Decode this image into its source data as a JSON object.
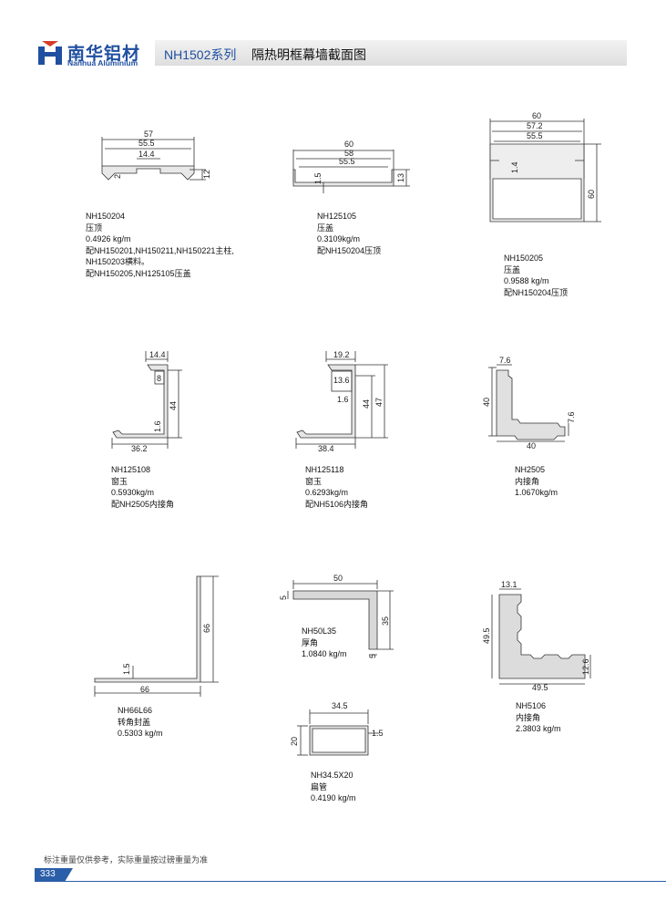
{
  "header": {
    "brand_cn": "南华铝材",
    "brand_en": "Nanhua Aluminium",
    "series": "NH1502系列",
    "title": "隔热明框幕墙截面图"
  },
  "profiles": [
    {
      "code": "NH150204",
      "name": "压顶",
      "weight": "0.4926 kg/m",
      "notes": [
        "配NH150201,NH150211,NH150221主柱,",
        "NH150203横料。",
        "配NH150205,NH125105压盖"
      ]
    },
    {
      "code": "NH125105",
      "name": "压盖",
      "weight": "0.3109kg/m",
      "notes": [
        "配NH150204压顶"
      ]
    },
    {
      "code": "NH150205",
      "name": "压盖",
      "weight": "0.9588 kg/m",
      "notes": [
        "配NH150204压顶"
      ]
    },
    {
      "code": "NH125108",
      "name": "窗玉",
      "weight": "0.5930kg/m",
      "notes": [
        "配NH2505内接角"
      ]
    },
    {
      "code": "NH125118",
      "name": "窗玉",
      "weight": "0.6293kg/m",
      "notes": [
        "配NH5106内接角"
      ]
    },
    {
      "code": "NH2505",
      "name": "内接角",
      "weight": "1.0670kg/m",
      "notes": []
    },
    {
      "code": "NH66L66",
      "name": "转角封盖",
      "weight": "0.5303 kg/m",
      "notes": []
    },
    {
      "code": "NH50L35",
      "name": "厚角",
      "weight": "1.0840 kg/m",
      "notes": []
    },
    {
      "code": "NH5106",
      "name": "内接角",
      "weight": "2.3803 kg/m",
      "notes": []
    },
    {
      "code": "NH34.5X20",
      "name": "扁管",
      "weight": "0.4190 kg/m",
      "notes": []
    }
  ],
  "dims": {
    "p1": [
      "57",
      "55.5",
      "14.4",
      "2",
      "12"
    ],
    "p2": [
      "60",
      "58",
      "55.5",
      "1.5",
      "13"
    ],
    "p3": [
      "60",
      "57.2",
      "55.5",
      "1.4",
      "60"
    ],
    "p4": [
      "14.4",
      "8",
      "44",
      "1.6",
      "36.2"
    ],
    "p5": [
      "19.2",
      "13.6",
      "1.6",
      "44",
      "47",
      "38.4"
    ],
    "p6": [
      "7.6",
      "40",
      "7.6",
      "40"
    ],
    "p7": [
      "66",
      "1.5",
      "66"
    ],
    "p8": [
      "50",
      "5",
      "35",
      "5"
    ],
    "p9": [
      "13.1",
      "49.5",
      "12.6",
      "49.5"
    ],
    "p10": [
      "34.5",
      "20",
      "1.5"
    ]
  },
  "footer": {
    "note": "标注重量仅供参考，实际重量按过磅重量为准",
    "page": "333"
  }
}
